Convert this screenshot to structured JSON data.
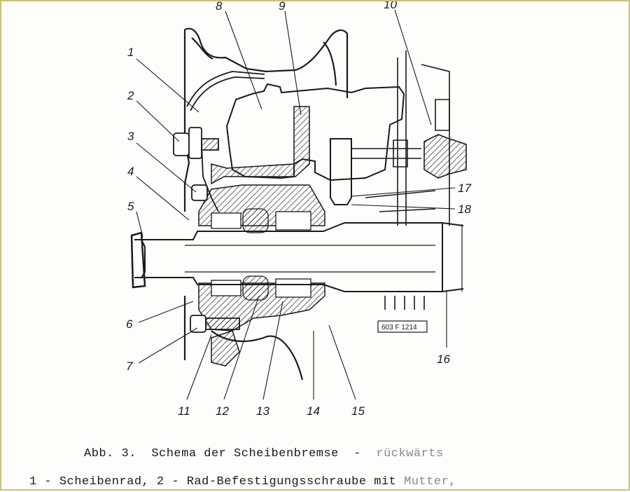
{
  "figure": {
    "stamp": "603 F 1214",
    "labels": [
      "1",
      "2",
      "3",
      "4",
      "5",
      "6",
      "7",
      "8",
      "9",
      "10",
      "11",
      "12",
      "13",
      "14",
      "15",
      "16",
      "17",
      "18"
    ]
  },
  "caption": {
    "prefix": "Abb. 3.  ",
    "title": "Schema der Scheibenbremse",
    "dash": "  -  ",
    "direction": "rückwärts"
  },
  "legend": {
    "text": "1 - Scheibenrad, 2 - Rad-Befestigungsschraube mit",
    "faint": " Mutter,"
  },
  "colors": {
    "ink": "#1a1a1a",
    "border": "#c8c27a",
    "paper": "#fdfdfb"
  }
}
